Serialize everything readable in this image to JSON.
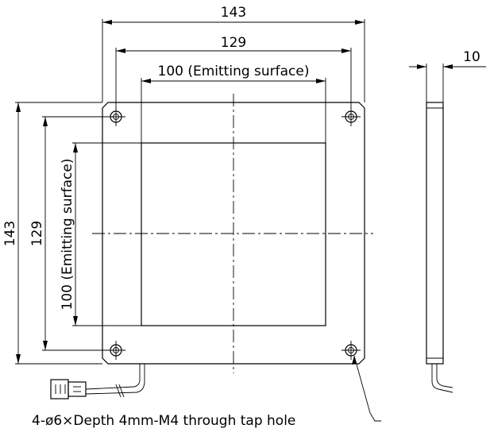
{
  "dimensions": {
    "overall_width": "143",
    "hole_pitch_width": "129",
    "emitting_width": "100 (Emitting surface)",
    "overall_height": "143",
    "hole_pitch_height": "129",
    "emitting_height": "100 (Emitting surface)",
    "thickness": "10"
  },
  "notes": {
    "hole_callout": "4-ø6×Depth 4mm-M4 through tap hole"
  }
}
